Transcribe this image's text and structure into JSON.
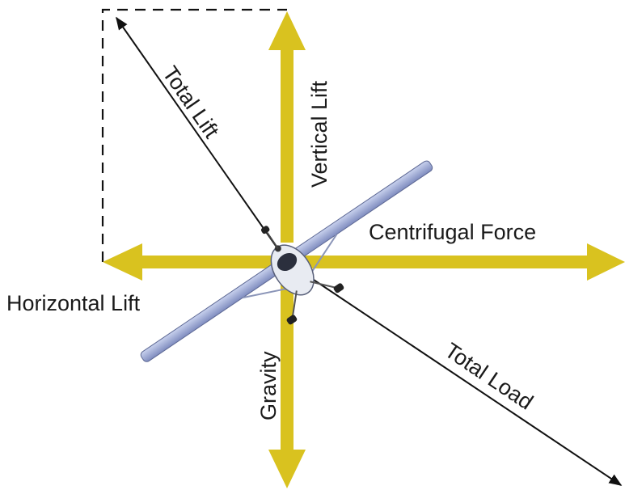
{
  "labels": {
    "total_lift": "Total Lift",
    "vertical_lift": "Vertical Lift",
    "centrifugal_force": "Centrifugal Force",
    "horizontal_lift": "Horizontal Lift",
    "gravity": "Gravity",
    "total_load": "Total Load"
  },
  "colors": {
    "force_arrow": "#d9c21f",
    "vector_line": "#111111",
    "text": "#1a1a1a",
    "aircraft_wing": "#9aa6cf"
  },
  "icons": {
    "aircraft": "banking-airplane-icon"
  }
}
